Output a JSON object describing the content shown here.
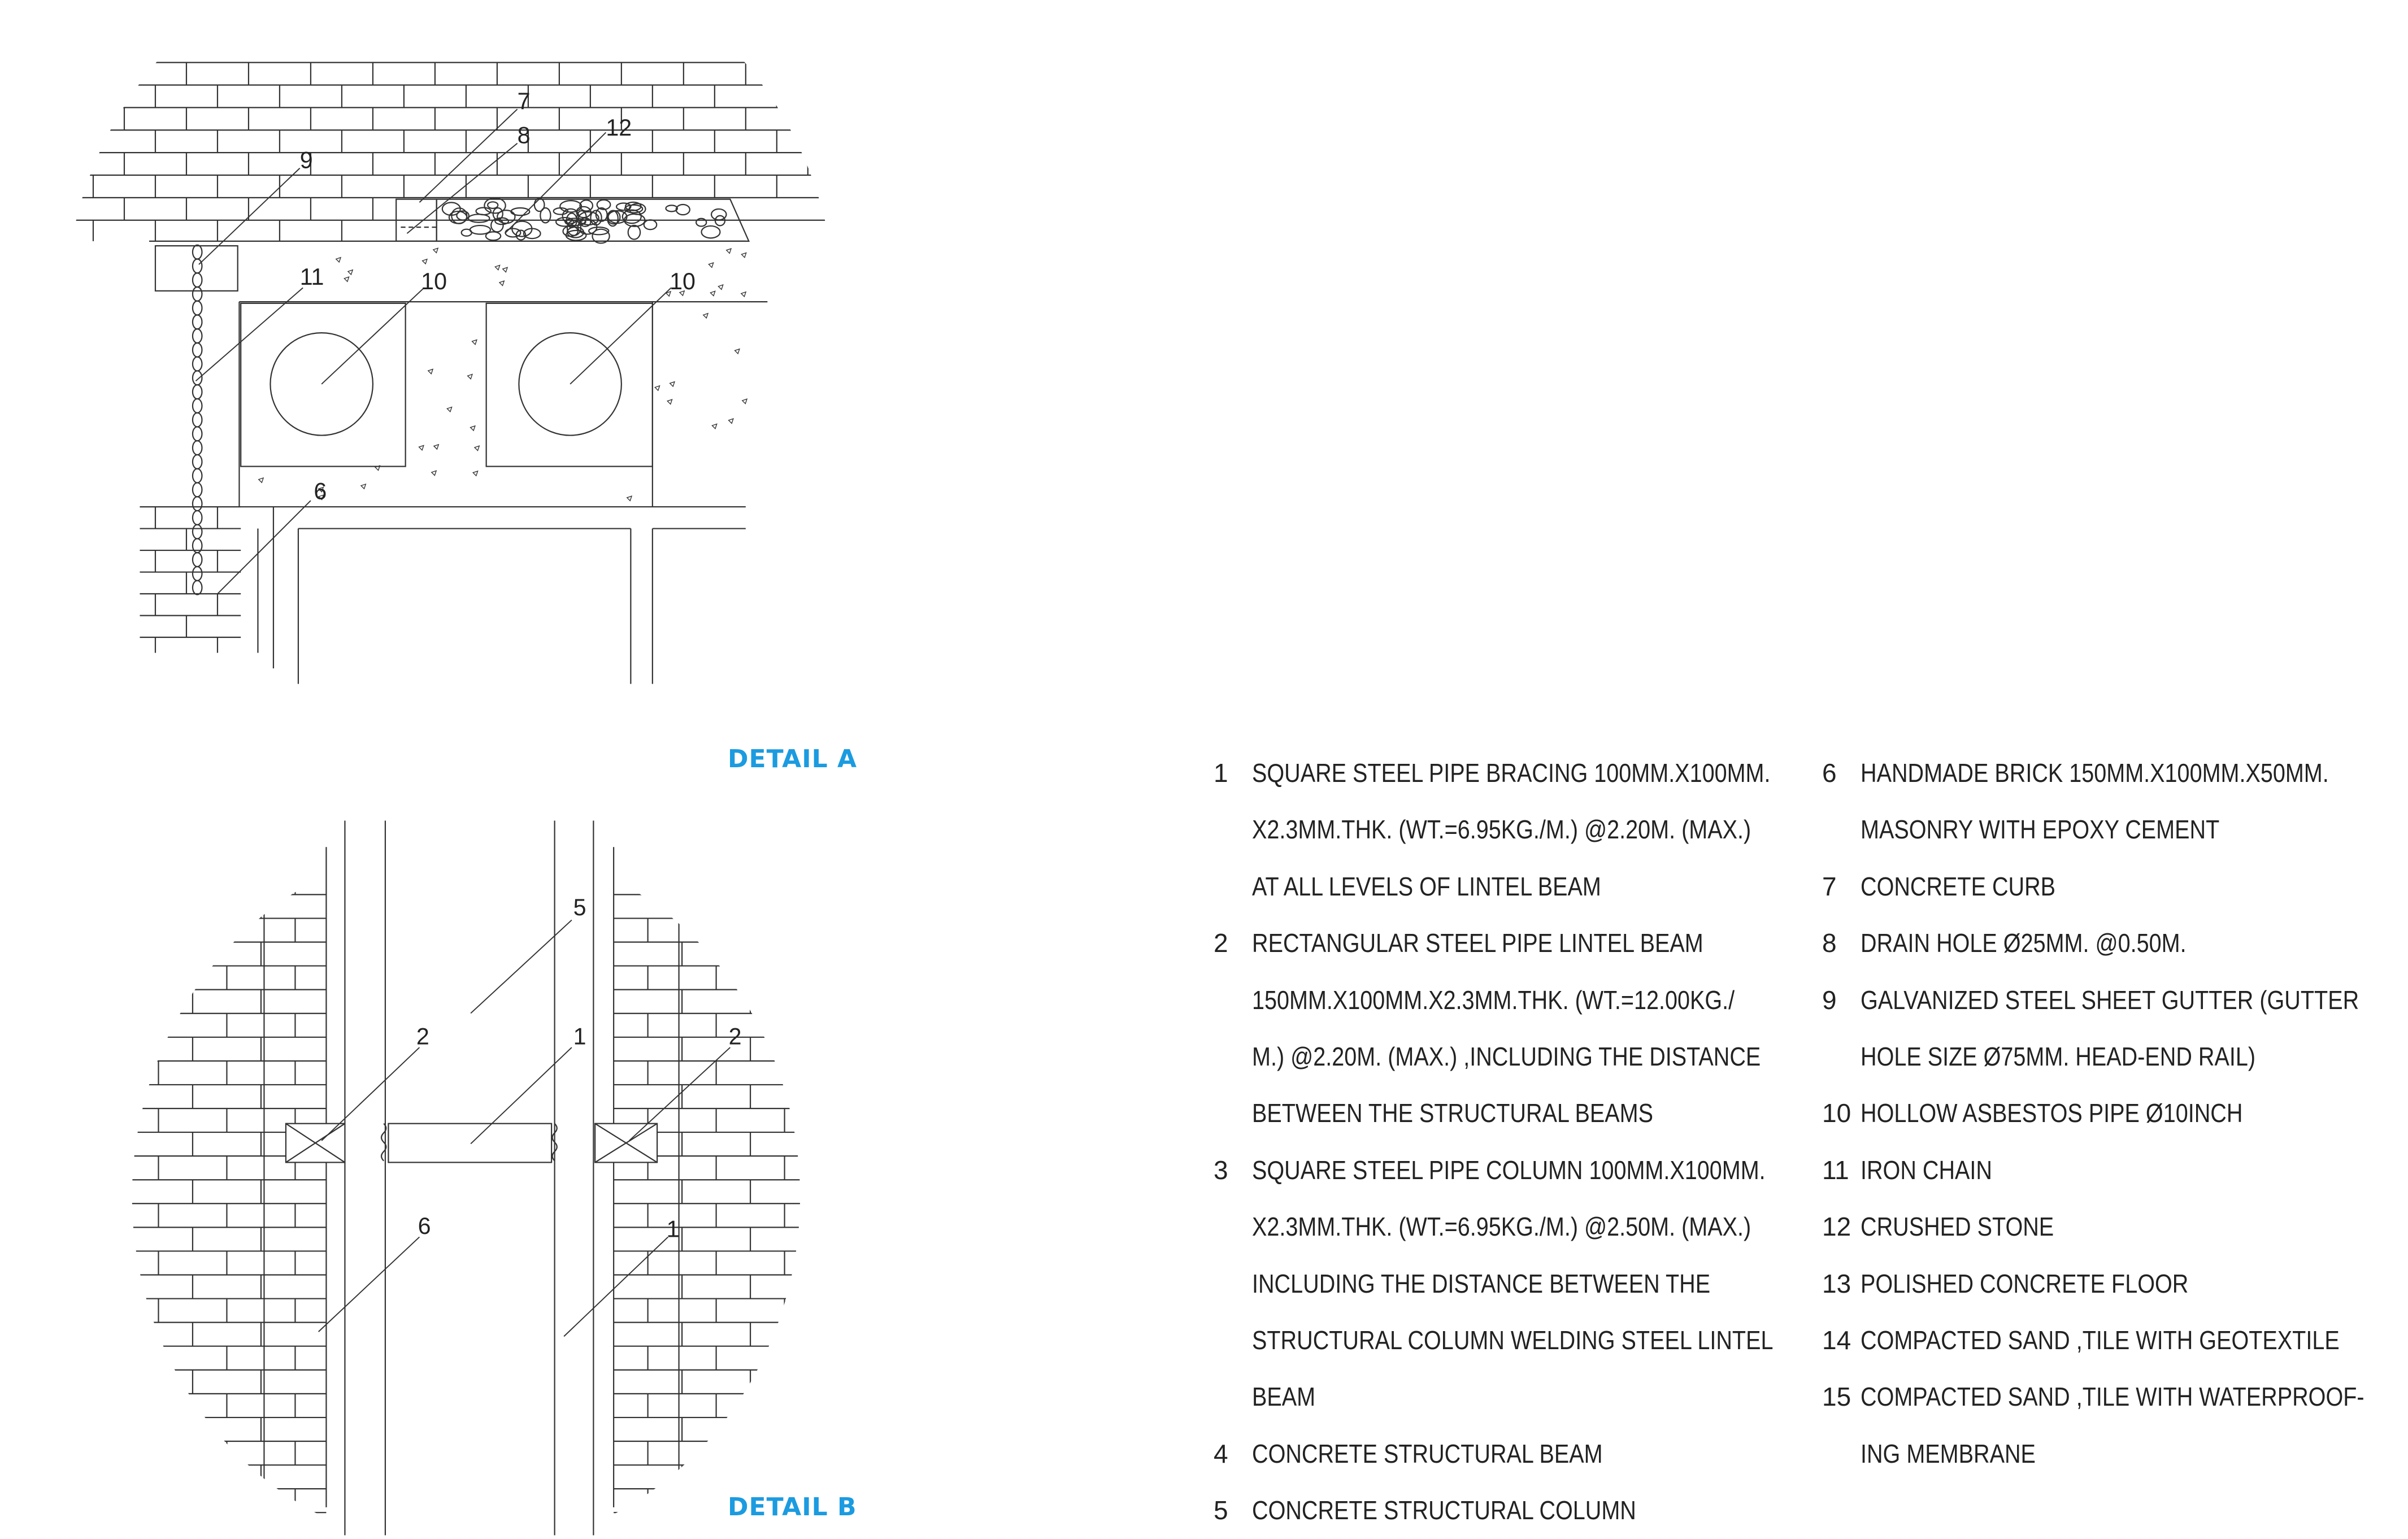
{
  "details": {
    "a": {
      "title": "DETAIL A",
      "callouts": [
        "7",
        "8",
        "12",
        "9",
        "11",
        "10",
        "10",
        "6"
      ]
    },
    "b": {
      "title": "DETAIL B",
      "callouts": [
        "5",
        "2",
        "1",
        "2",
        "6",
        "1"
      ]
    }
  },
  "legend": {
    "left": [
      {
        "num": "1",
        "lines": [
          "SQUARE STEEL PIPE BRACING 100MM.X100MM.",
          "X2.3MM.THK. (WT.=6.95KG./M.) @2.20M. (MAX.)",
          "AT ALL LEVELS OF LINTEL BEAM"
        ]
      },
      {
        "num": "2",
        "lines": [
          "RECTANGULAR STEEL PIPE LINTEL BEAM",
          "150MM.X100MM.X2.3MM.THK. (WT.=12.00KG./",
          "M.) @2.20M. (MAX.) ,INCLUDING THE DISTANCE",
          "BETWEEN THE STRUCTURAL BEAMS"
        ]
      },
      {
        "num": "3",
        "lines": [
          "SQUARE STEEL PIPE COLUMN 100MM.X100MM.",
          "X2.3MM.THK. (WT.=6.95KG./M.) @2.50M. (MAX.)",
          "INCLUDING THE DISTANCE BETWEEN THE",
          "STRUCTURAL COLUMN WELDING STEEL LINTEL",
          "BEAM"
        ]
      },
      {
        "num": "4",
        "lines": [
          "CONCRETE STRUCTURAL BEAM"
        ]
      },
      {
        "num": "5",
        "lines": [
          "CONCRETE STRUCTURAL COLUMN"
        ]
      }
    ],
    "right": [
      {
        "num": "6",
        "lines": [
          "HANDMADE BRICK 150MM.X100MM.X50MM.",
          "MASONRY WITH EPOXY CEMENT"
        ]
      },
      {
        "num": "7",
        "lines": [
          "CONCRETE CURB"
        ]
      },
      {
        "num": "8",
        "lines": [
          "DRAIN HOLE Ø25MM. @0.50M."
        ]
      },
      {
        "num": "9",
        "lines": [
          "GALVANIZED STEEL SHEET GUTTER (GUTTER",
          "HOLE SIZE Ø75MM. HEAD-END RAIL)"
        ]
      },
      {
        "num": "10",
        "lines": [
          "HOLLOW ASBESTOS PIPE Ø10INCH"
        ]
      },
      {
        "num": "11",
        "lines": [
          "IRON CHAIN"
        ]
      },
      {
        "num": "12",
        "lines": [
          "CRUSHED STONE"
        ]
      },
      {
        "num": "13",
        "lines": [
          "POLISHED CONCRETE FLOOR"
        ]
      },
      {
        "num": "14",
        "lines": [
          "COMPACTED SAND ,TILE WITH GEOTEXTILE"
        ]
      },
      {
        "num": "15",
        "lines": [
          "COMPACTED SAND ,TILE WITH WATERPROOF-",
          "ING MEMBRANE"
        ]
      }
    ]
  }
}
